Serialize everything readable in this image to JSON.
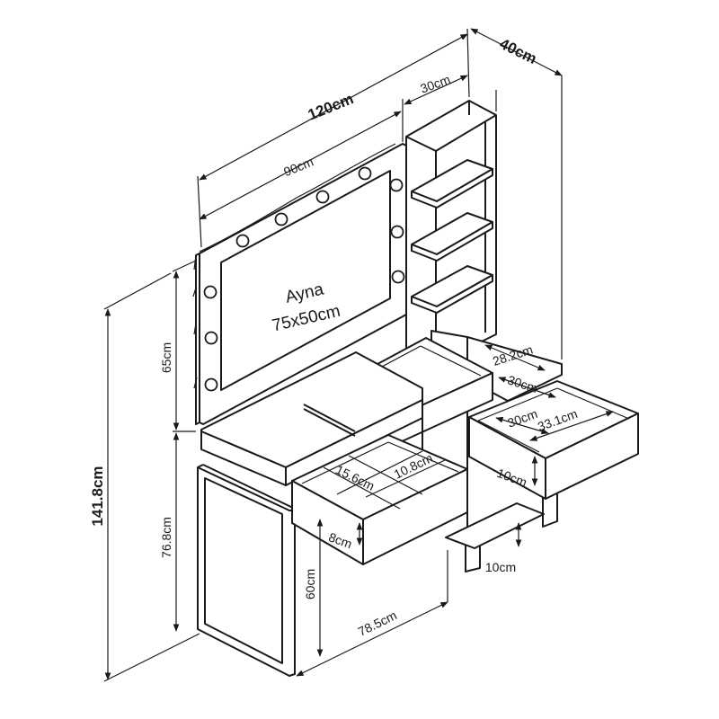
{
  "dimensions": {
    "total_width": "120cm",
    "depth": "40cm",
    "shelf_width": "30cm",
    "mirror_frame_width": "90cm",
    "mirror_section_height": "65cm",
    "total_height": "141.8cm",
    "table_height": "76.8cm",
    "leg_height": "60cm",
    "table_width": "78.5cm",
    "shelf_inner_depth": "28.2cm",
    "drawer_depth": "30cm",
    "drawer_inner_depth": "30cm",
    "drawer_inner_width": "33.1cm",
    "drawer_height": "10cm",
    "bottom_gap": "10cm",
    "small_drawer_height": "8cm",
    "compartment_a": "15.6cm",
    "compartment_b": "10.8cm"
  },
  "mirror": {
    "name": "Ayna",
    "size": "75x50cm"
  }
}
